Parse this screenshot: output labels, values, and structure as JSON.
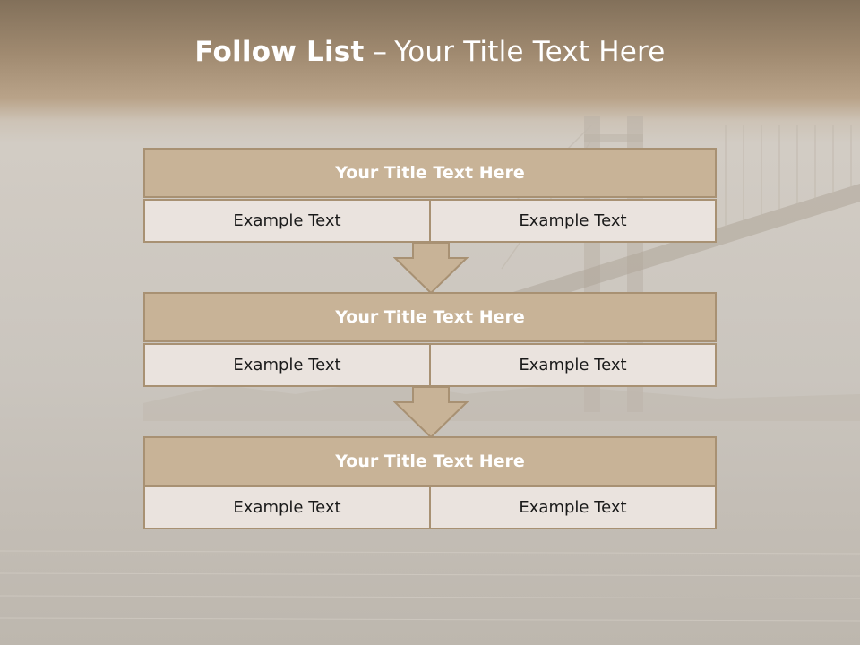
{
  "slide": {
    "title_bold": "Follow List",
    "title_separator": "–",
    "title_rest": "Your Title Text Here"
  },
  "blocks": [
    {
      "header": "Your Title Text Here",
      "cells": [
        "Example Text",
        "Example Text"
      ]
    },
    {
      "header": "Your Title Text Here",
      "cells": [
        "Example Text",
        "Example Text"
      ]
    },
    {
      "header": "Your Title Text Here",
      "cells": [
        "Example Text",
        "Example Text"
      ]
    }
  ],
  "colors": {
    "header_fill": "#c8b397",
    "border": "#a89173",
    "cell_fill": "#eae3de",
    "arrow_fill": "#c8b397"
  }
}
